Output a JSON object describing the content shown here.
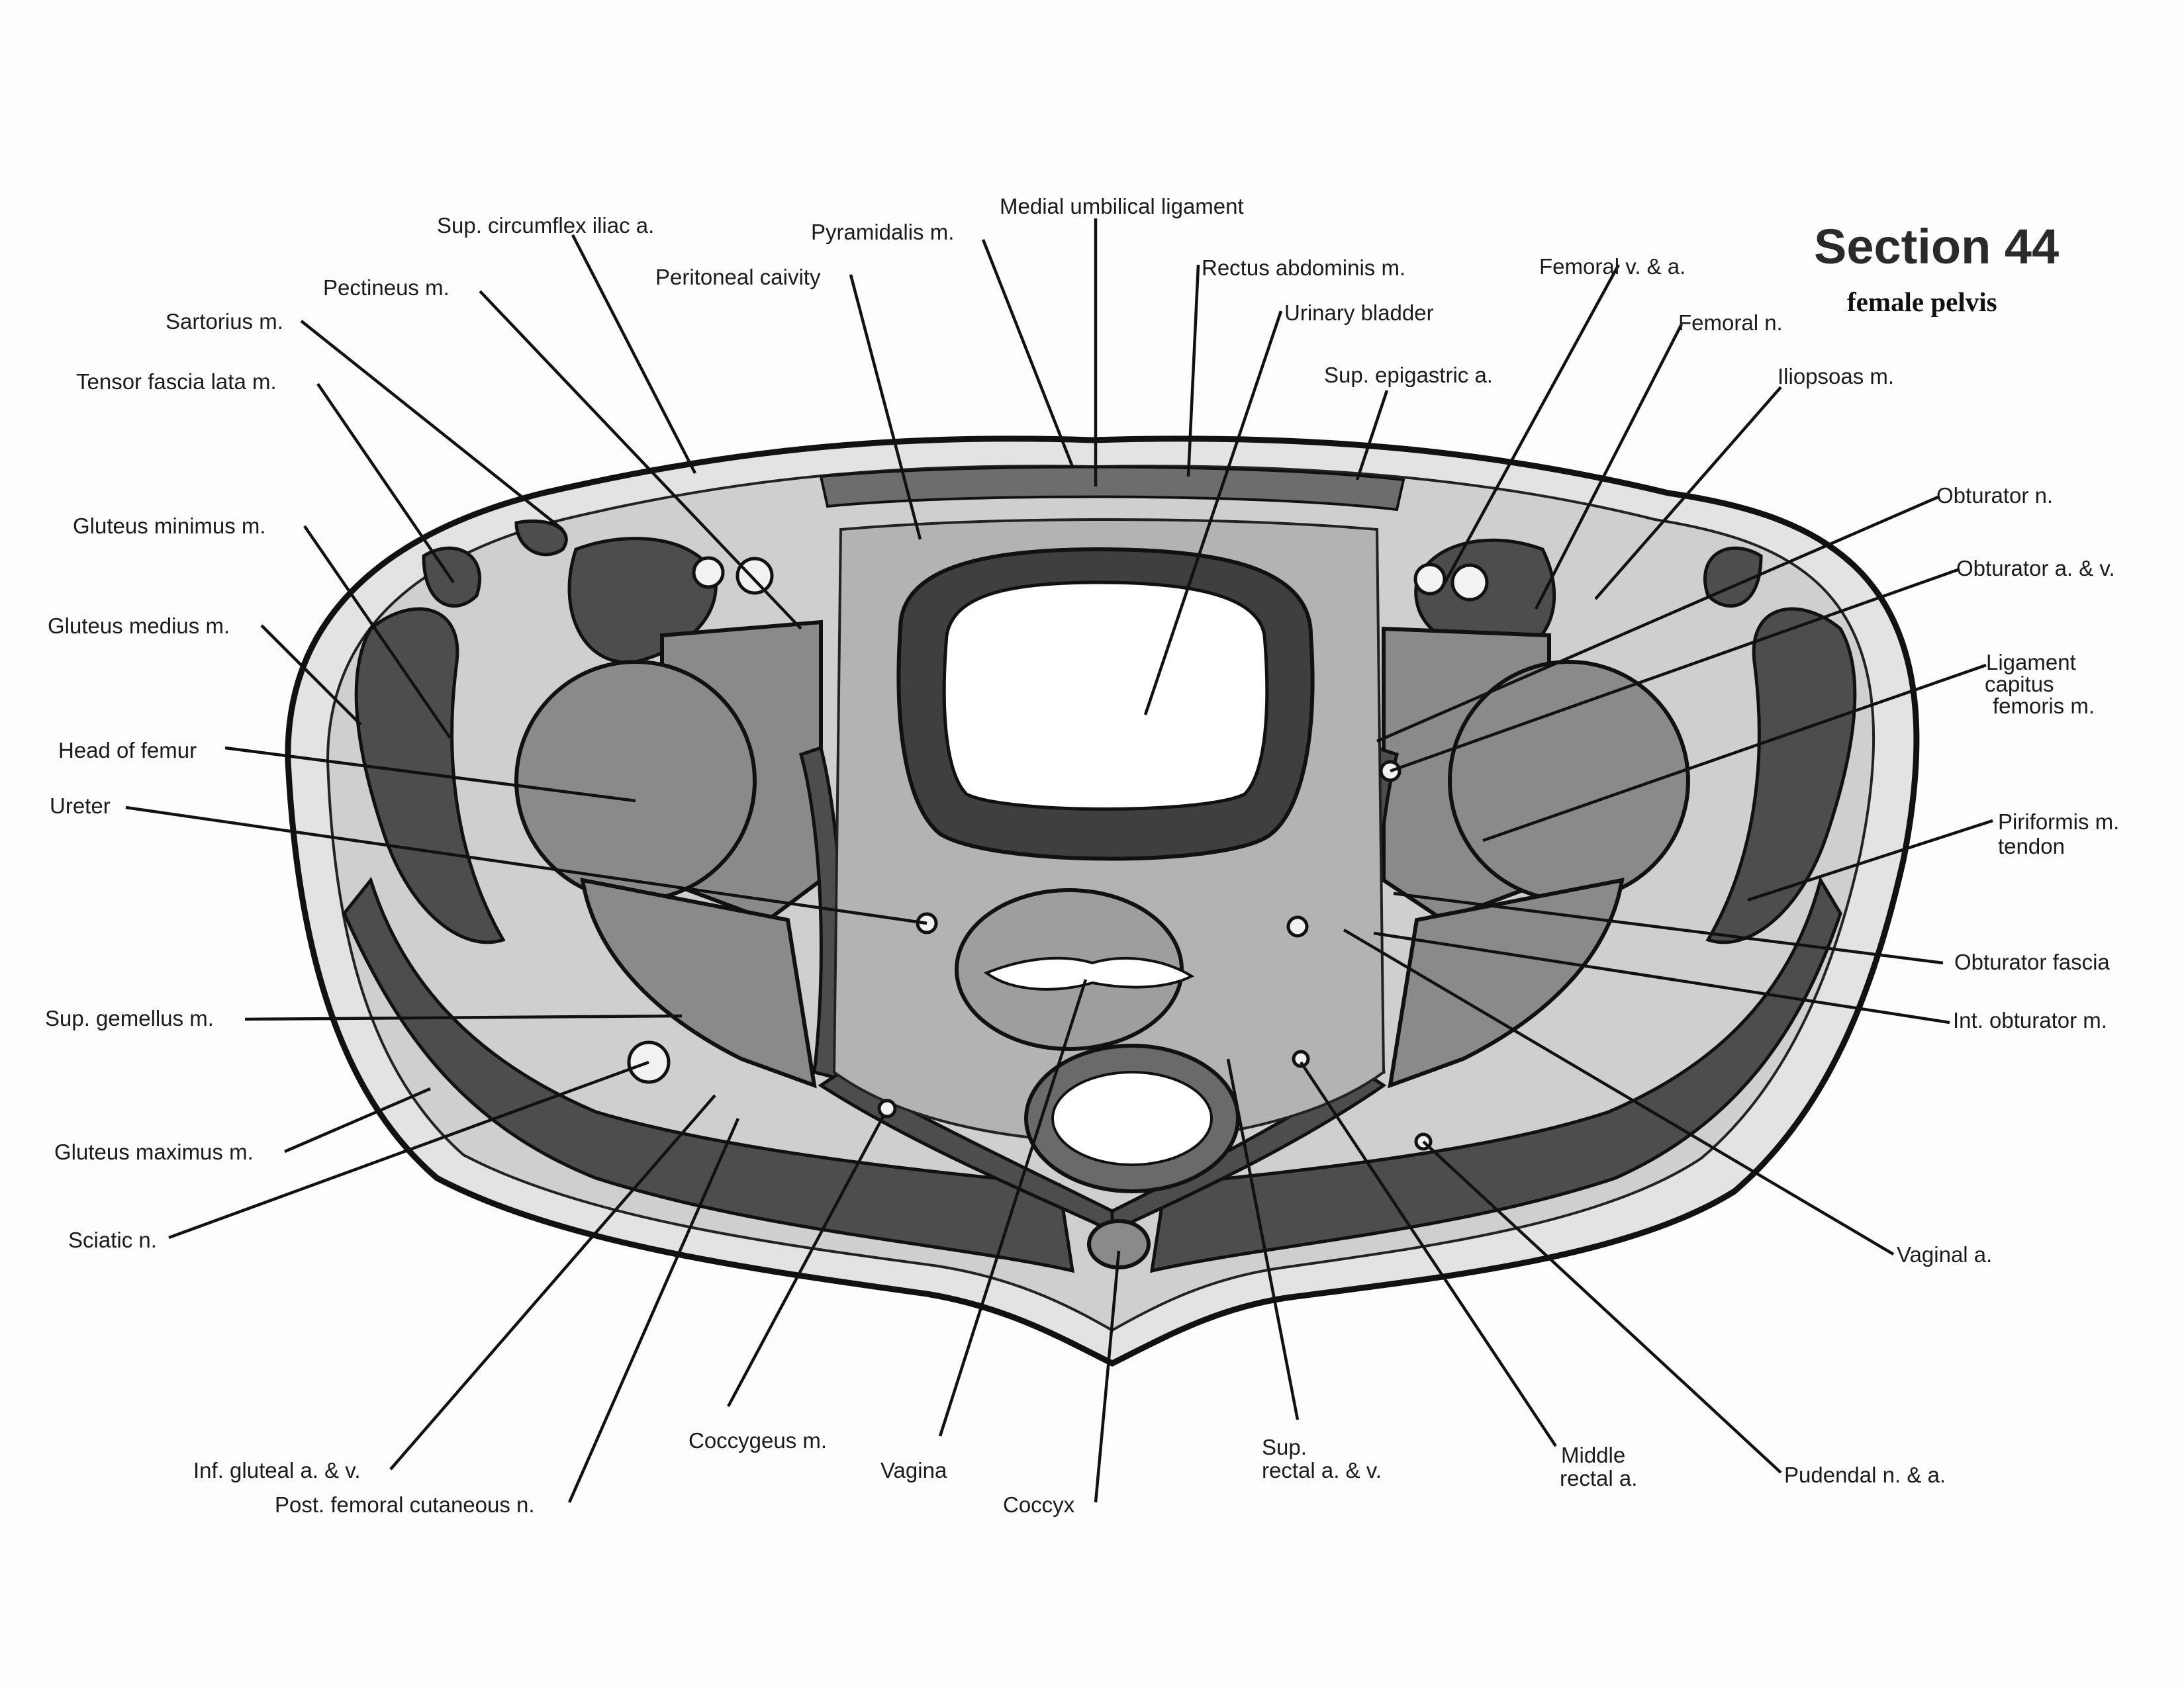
{
  "header": {
    "title": "Section 44",
    "subtitle": "female pelvis"
  },
  "labels": {
    "sup_circumflex_iliac": "Sup. circumflex iliac a.",
    "pyramidalis": "Pyramidalis m.",
    "medial_umbilical": "Medial umbilical ligament",
    "pectineus": "Pectineus m.",
    "peritoneal_cavity": "Peritoneal caivity",
    "rectus_abdominis": "Rectus abdominis m.",
    "femoral_va": "Femoral v. & a.",
    "sartorius": "Sartorius m.",
    "urinary_bladder": "Urinary bladder",
    "femoral_n": "Femoral n.",
    "tensor_fascia_lata": "Tensor fascia lata m.",
    "sup_epigastric": "Sup. epigastric a.",
    "iliopsoas": "Iliopsoas m.",
    "gluteus_minimus": "Gluteus minimus m.",
    "obturator_n": "Obturator n.",
    "obturator_av": "Obturator a. & v.",
    "gluteus_medius": "Gluteus medius m.",
    "ligament_capitus": [
      "Ligament",
      "capitus",
      "femoris m."
    ],
    "head_of_femur": "Head of femur",
    "ureter": "Ureter",
    "piriformis_tendon": [
      "Piriformis m.",
      "tendon"
    ],
    "obturator_fascia": "Obturator fascia",
    "sup_gemellus": "Sup. gemellus m.",
    "int_obturator": "Int. obturator m.",
    "gluteus_maximus": "Gluteus maximus m.",
    "sciatic_n": "Sciatic n.",
    "vaginal_a": "Vaginal a.",
    "coccygeus": "Coccygeus m.",
    "inf_gluteal": "Inf. gluteal a. & v.",
    "vagina": "Vagina",
    "sup_rectal": [
      "Sup.",
      "rectal a. & v."
    ],
    "middle_rectal": [
      "Middle",
      "rectal a."
    ],
    "pudendal": "Pudendal n. & a.",
    "post_femoral_cutaneous": "Post. femoral cutaneous n.",
    "coccyx": "Coccyx"
  },
  "colors": {
    "muscle": "#4d4d4d",
    "bone": "#8a8a8a",
    "soft_tissue": "#b3b3b3",
    "background": "#fdfdfd"
  }
}
